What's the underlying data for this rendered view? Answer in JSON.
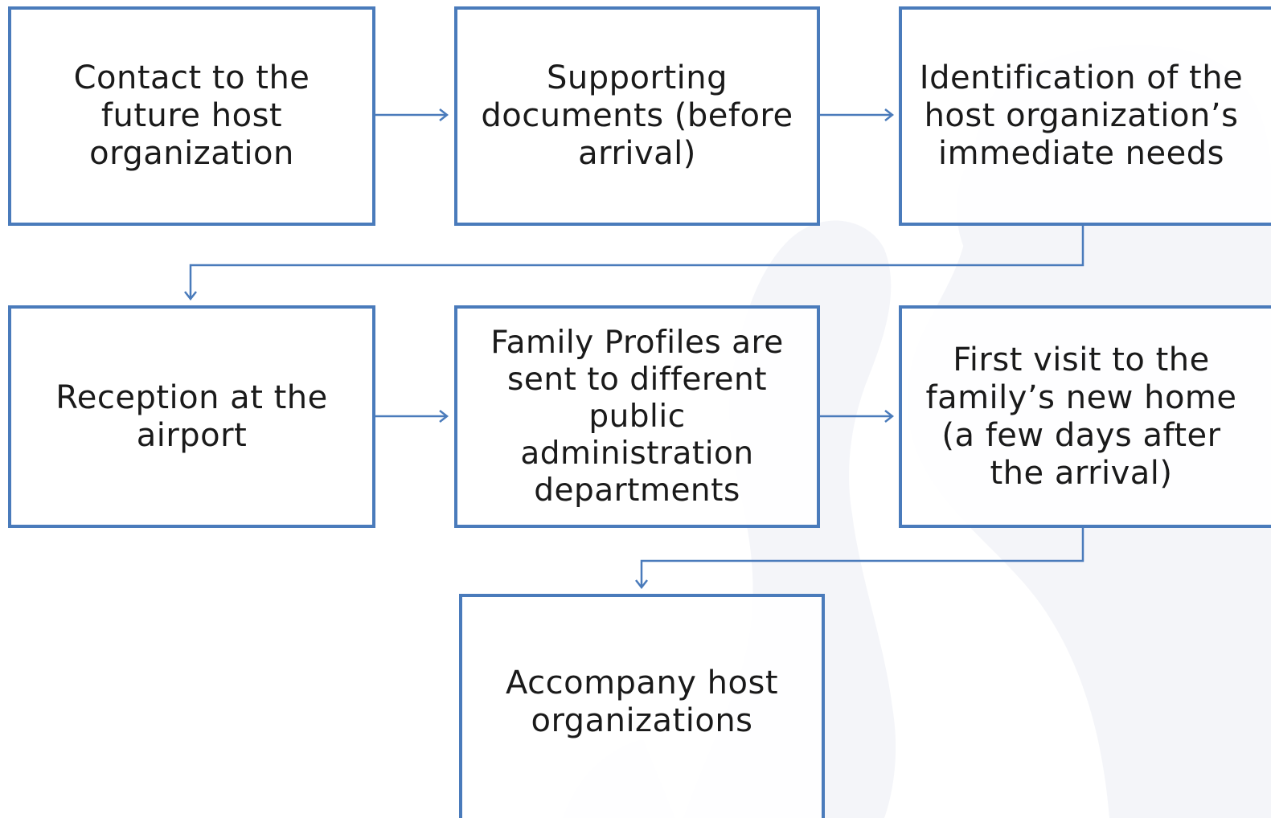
{
  "diagram": {
    "steps": [
      {
        "id": "step-1",
        "label": "Contact to the future host organization"
      },
      {
        "id": "step-2",
        "label": "Supporting documents (before arrival)"
      },
      {
        "id": "step-3",
        "label": "Identification  of the host organization’s immediate needs"
      },
      {
        "id": "step-4",
        "label": "Reception at the airport"
      },
      {
        "id": "step-5",
        "label": "Family Profiles are sent to different public administration departments"
      },
      {
        "id": "step-6",
        "label": "First visit to the family’s new home (a few days after the arrival)"
      },
      {
        "id": "step-7",
        "label": "Accompany host organizations"
      }
    ],
    "colors": {
      "border": "#4a7bbb",
      "connector": "#4a7bbb",
      "text": "#1a1a1a",
      "background": "#ffffff",
      "watermark": "#f4f5f9"
    }
  }
}
